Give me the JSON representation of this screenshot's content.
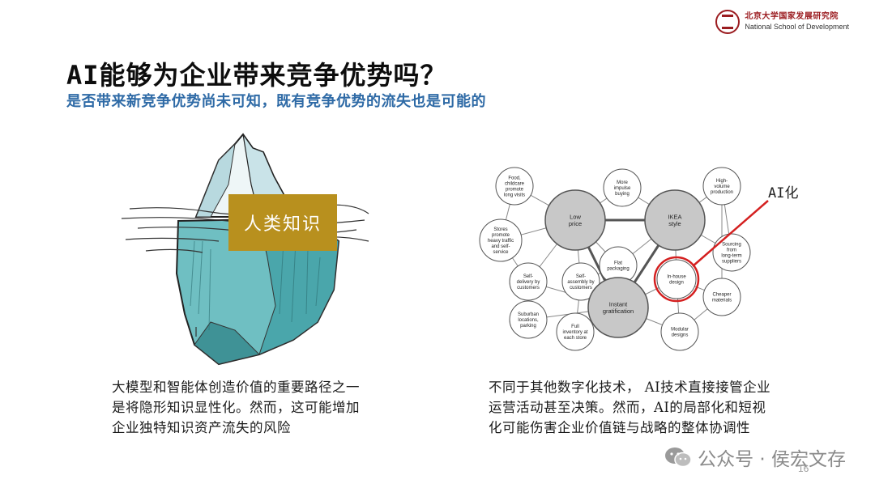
{
  "header": {
    "org_cn": "北京大学国家发展研究院",
    "org_en": "National School of Development"
  },
  "slide": {
    "title": "AI能够为企业带来竞争优势吗？",
    "subtitle": "是否带来新竞争优势尚未可知，既有竞争优势的流失也是可能的",
    "iceberg_label": "人类知识",
    "ai_label": "AI化",
    "caption_left": [
      "大模型和智能体创造价值的重要路径之一",
      "是将隐形知识显性化。然而，这可能增加",
      "企业独特知识资产流失的风险"
    ],
    "caption_right": [
      "不同于其他数字化技术， AI技术直接接管企业",
      "运营活动甚至决策。然而，AI的局部化和短视",
      "化可能伤害企业价值链与战略的整体协调性"
    ],
    "page_number": "16"
  },
  "network": {
    "core_nodes": [
      {
        "id": "low",
        "label": [
          "Low",
          "price"
        ]
      },
      {
        "id": "ikea",
        "label": [
          "IKEA",
          "style"
        ]
      },
      {
        "id": "instant",
        "label": [
          "Instant",
          "gratification"
        ]
      }
    ],
    "small_nodes": [
      {
        "id": "food",
        "label": [
          "Food,",
          "childcare",
          "promote",
          "long visits"
        ]
      },
      {
        "id": "impulse",
        "label": [
          "More",
          "impulse",
          "buying"
        ]
      },
      {
        "id": "highvol",
        "label": [
          "High-",
          "volume",
          "production"
        ]
      },
      {
        "id": "stores",
        "label": [
          "Stores",
          "promote",
          "heavy traffic",
          "and self-",
          "service"
        ]
      },
      {
        "id": "sourcing",
        "label": [
          "Sourcing",
          "from",
          "long-term",
          "suppliers"
        ]
      },
      {
        "id": "flat",
        "label": [
          "Flat",
          "packaging"
        ]
      },
      {
        "id": "inhouse",
        "label": [
          "In-house",
          "design"
        ]
      },
      {
        "id": "selfdel",
        "label": [
          "Self-",
          "delivery by",
          "customers"
        ]
      },
      {
        "id": "selfasm",
        "label": [
          "Self-",
          "assembly by",
          "customers"
        ]
      },
      {
        "id": "cheaper",
        "label": [
          "Cheaper",
          "materials"
        ]
      },
      {
        "id": "suburban",
        "label": [
          "Suburban",
          "locations,",
          "parking"
        ]
      },
      {
        "id": "full",
        "label": [
          "Full",
          "inventory at",
          "each store"
        ]
      },
      {
        "id": "modular",
        "label": [
          "Modular",
          "designs"
        ]
      }
    ],
    "highlight_node": "inhouse",
    "highlight_color": "#d42020"
  },
  "watermark": {
    "text": "公众号 · 侯宏文存",
    "icon": "wechat-icon"
  },
  "colors": {
    "subtitle": "#2e6aa6",
    "badge": "#b8901e",
    "brand": "#9b1c20",
    "ice": "#6fbfc2"
  }
}
